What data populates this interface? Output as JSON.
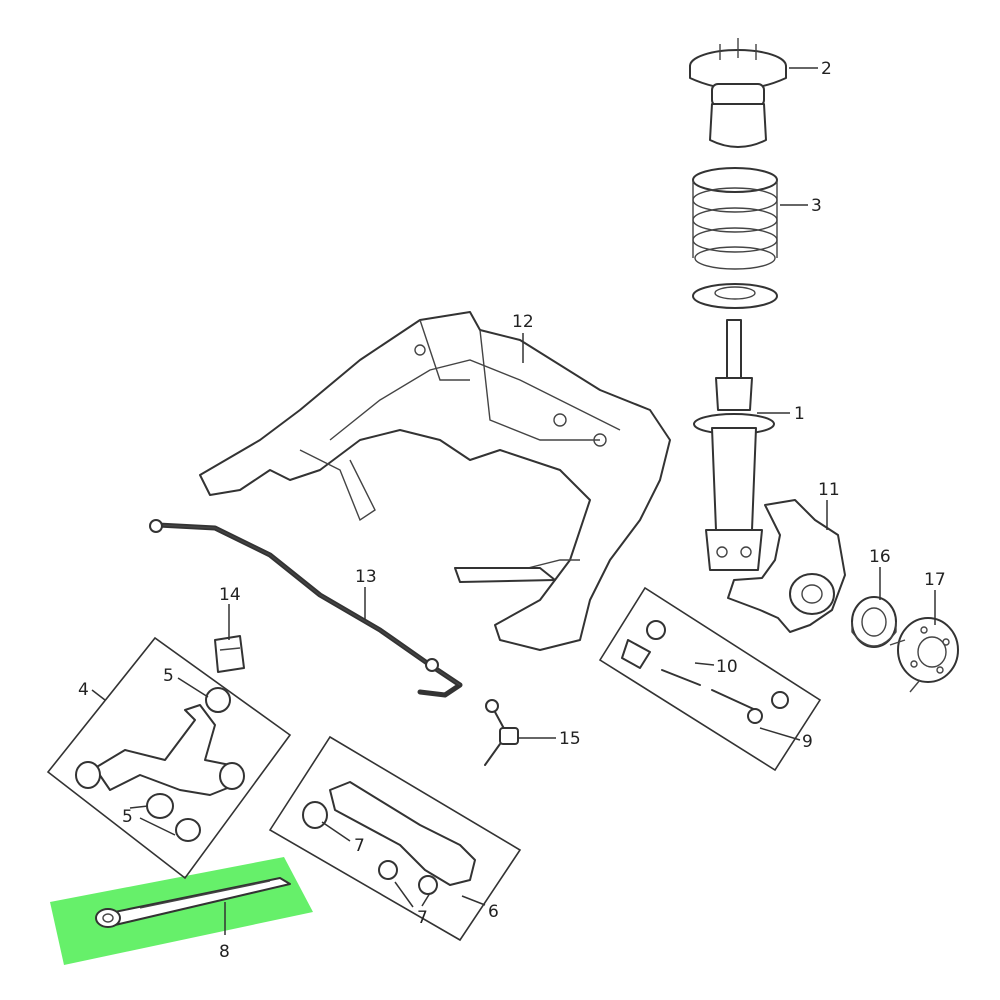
{
  "diagram": {
    "callouts": [
      "1",
      "2",
      "3",
      "4",
      "5",
      "5",
      "6",
      "7",
      "7",
      "8",
      "9",
      "10",
      "11",
      "12",
      "13",
      "14",
      "15",
      "16",
      "17"
    ]
  },
  "colors": {
    "highlight": "#66f06a",
    "line": "#333333",
    "background": "#ffffff"
  }
}
